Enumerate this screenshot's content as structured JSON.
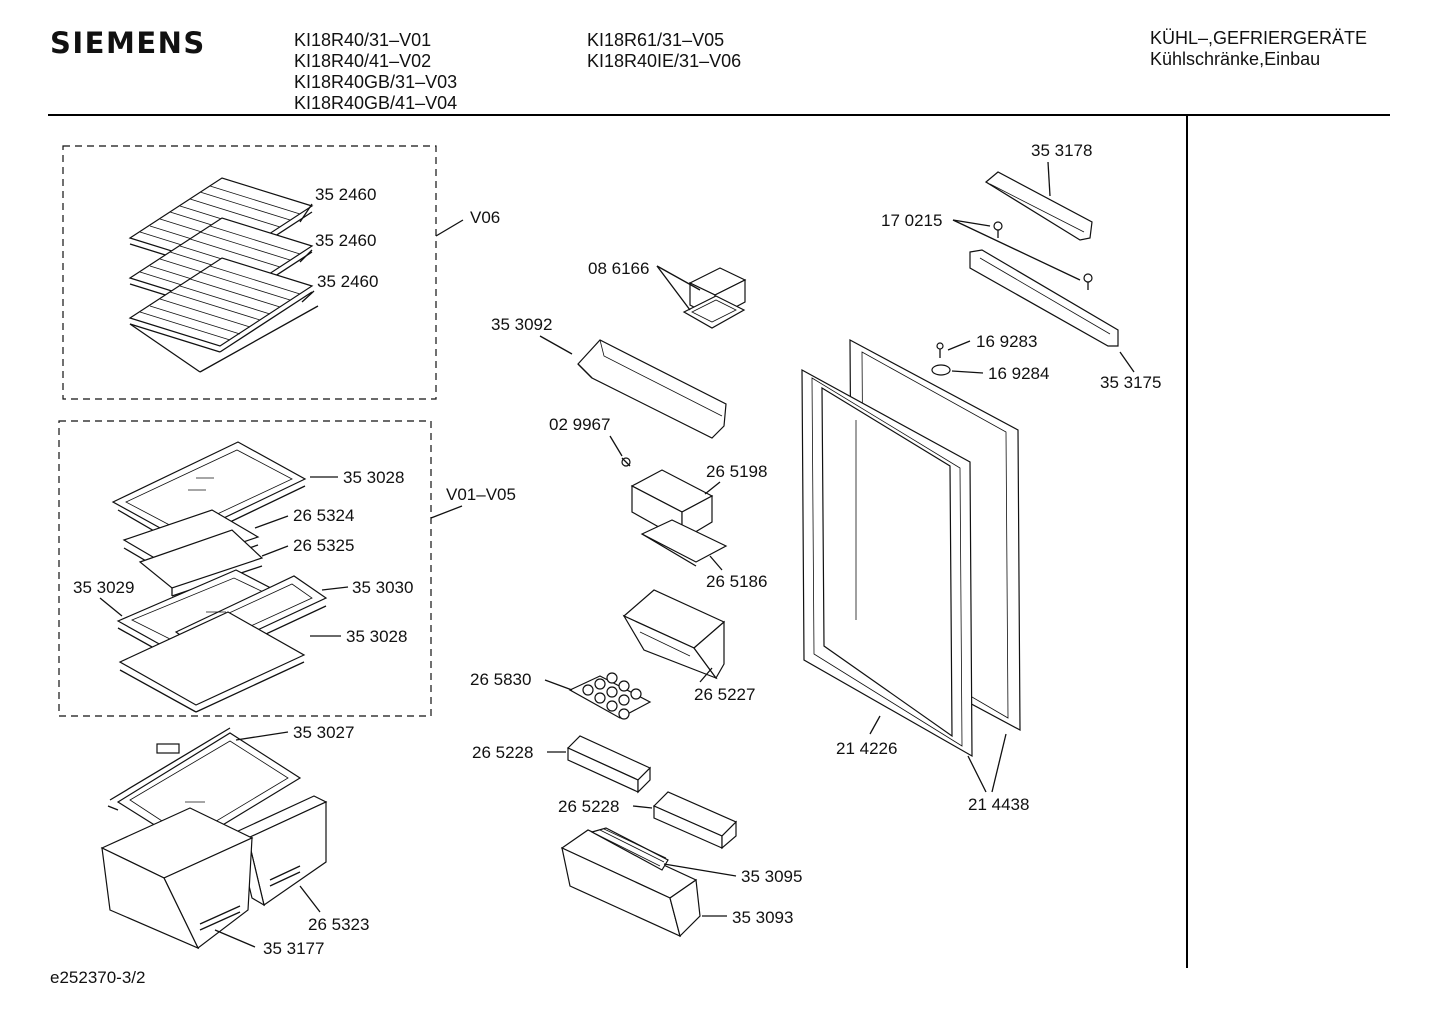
{
  "header": {
    "brand": "SIEMENS",
    "models_col1": [
      "KI18R40/31–V01",
      "KI18R40/41–V02",
      "KI18R40GB/31–V03",
      "KI18R40GB/41–V04"
    ],
    "models_col2": [
      "KI18R61/31–V05",
      "KI18R40IE/31–V06"
    ],
    "category": [
      "KÜHL–,GEFRIERGERÄTE",
      "Kühlschränke,Einbau"
    ]
  },
  "groups": {
    "v06": "V06",
    "v01_v05": "V01–V05"
  },
  "parts": {
    "p352460a": "35 2460",
    "p352460b": "35 2460",
    "p352460c": "35 2460",
    "p353028a": "35 3028",
    "p265324": "26 5324",
    "p265325": "26 5325",
    "p353029": "35 3029",
    "p353030": "35 3030",
    "p353028b": "35 3028",
    "p353027": "35 3027",
    "p265323": "26 5323",
    "p353177": "35 3177",
    "p086166": "08 6166",
    "p353092": "35 3092",
    "p029967": "02 9967",
    "p265198": "26 5198",
    "p265186": "26 5186",
    "p265227": "26 5227",
    "p265830": "26 5830",
    "p265228a": "26 5228",
    "p265228b": "26 5228",
    "p353095": "35 3095",
    "p353093": "35 3093",
    "p353178": "35 3178",
    "p170215": "17 0215",
    "p169283": "16 9283",
    "p169284": "16 9284",
    "p353175": "35 3175",
    "p214226": "21 4226",
    "p214438": "21 4438"
  },
  "footer": {
    "drawing_id": "e252370-3/2"
  }
}
